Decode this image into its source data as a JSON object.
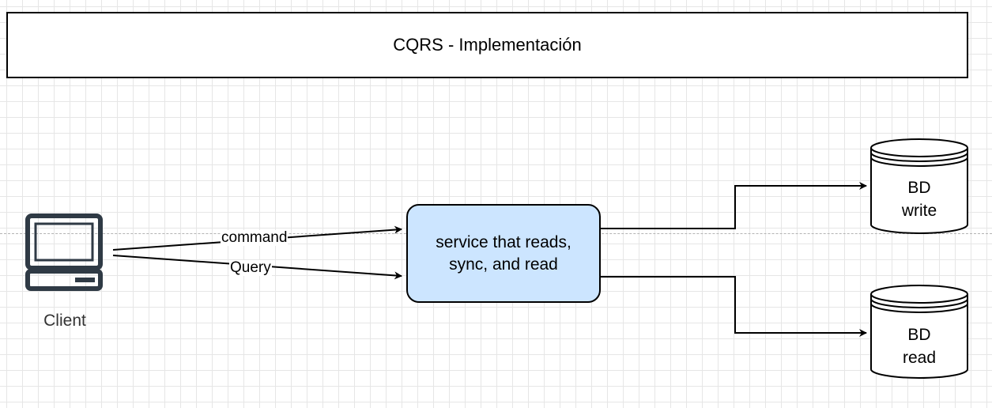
{
  "title": "CQRS - Implementación",
  "client": {
    "label": "Client"
  },
  "service": {
    "line1": "service that reads,",
    "line2": "sync, and read"
  },
  "edges": {
    "command": "command",
    "query": "Query"
  },
  "databases": [
    {
      "line1": "BD",
      "line2": "write"
    },
    {
      "line1": "BD",
      "line2": "read"
    }
  ],
  "colors": {
    "service_fill": "#cce5ff",
    "stroke": "#000000",
    "client_icon": "#2f3a45"
  },
  "icons": {
    "client": "desktop-computer-icon",
    "database": "database-cylinder-icon"
  }
}
